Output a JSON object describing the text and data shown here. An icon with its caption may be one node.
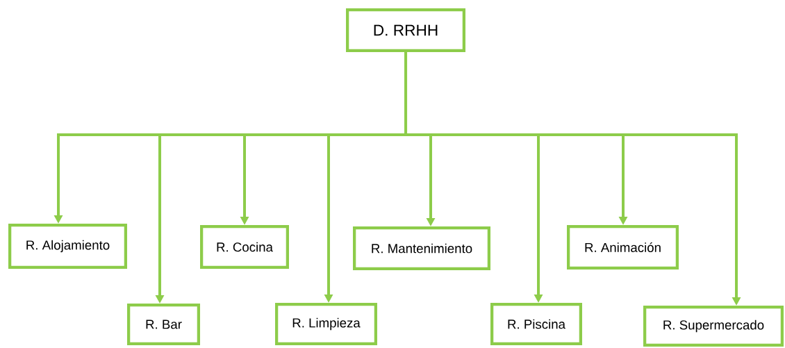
{
  "diagram": {
    "nodes": [
      {
        "text": [
          "D. RRHH"
        ]
      },
      {
        "text": [
          "R. Alojamiento"
        ]
      },
      {
        "text": [
          "R. Bar"
        ]
      },
      {
        "text": [
          "R. Cocina"
        ]
      },
      {
        "text": [
          "R. Limpieza"
        ]
      },
      {
        "text": [
          "R. Mantenimiento"
        ]
      },
      {
        "text": [
          "R. Piscina"
        ]
      },
      {
        "text": [
          "R. Animación"
        ]
      },
      {
        "text": [
          "R. Supermercado"
        ]
      }
    ],
    "edges": [
      {
        "from": 0,
        "to": 1,
        "arrow": "to"
      },
      {
        "from": 0,
        "to": 2,
        "arrow": "to"
      },
      {
        "from": 0,
        "to": 3,
        "arrow": "to"
      },
      {
        "from": 0,
        "to": 4,
        "arrow": "to"
      },
      {
        "from": 0,
        "to": 5,
        "arrow": "to"
      },
      {
        "from": 0,
        "to": 6,
        "arrow": "to"
      },
      {
        "from": 0,
        "to": 7,
        "arrow": "to"
      },
      {
        "from": 0,
        "to": 8,
        "arrow": "to"
      }
    ]
  }
}
